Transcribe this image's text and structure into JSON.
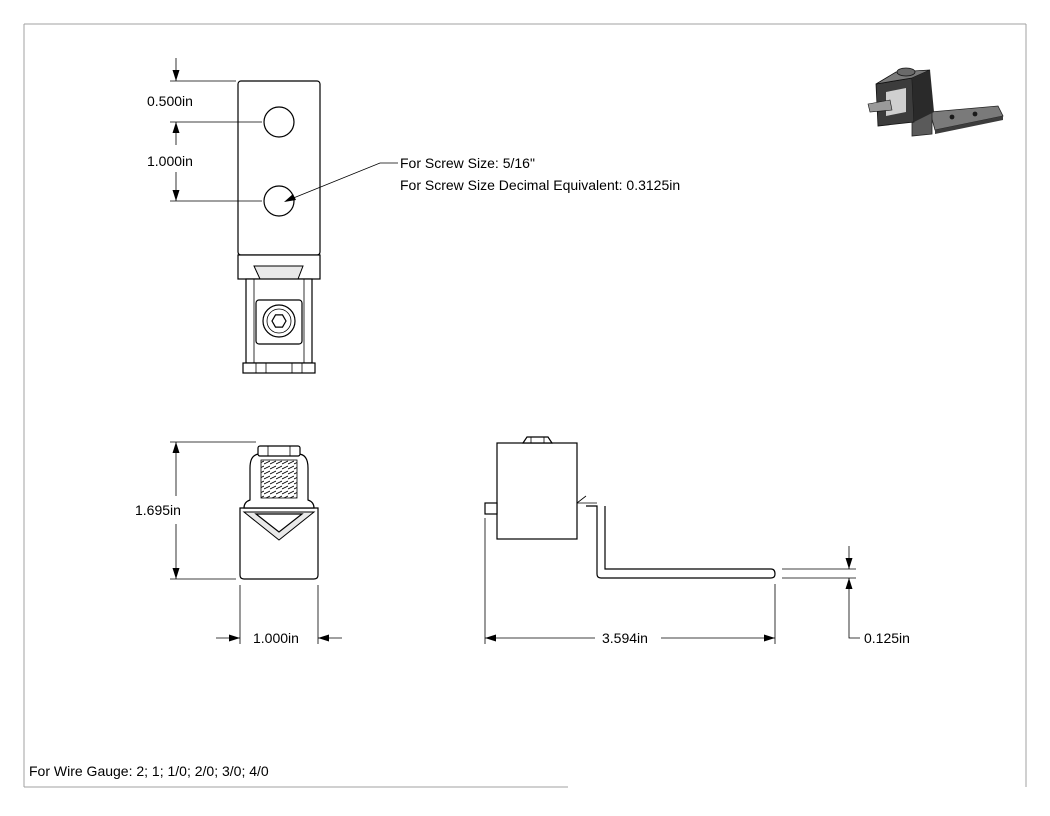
{
  "dimensions": {
    "hole_spacing_top": "0.500in",
    "hole_spacing": "1.000in",
    "height": "1.695in",
    "width": "1.000in",
    "length": "3.594in",
    "tongue_thickness": "0.125in"
  },
  "screw_note": {
    "line1": "For Screw Size: 5/16\"",
    "line2": "For Screw Size Decimal Equivalent: 0.3125in"
  },
  "wire_gauge_note": "For Wire Gauge: 2; 1; 1/0; 2/0; 3/0; 4/0",
  "colors": {
    "line": "#000000",
    "background": "#ffffff",
    "frame": "#a0a0a0",
    "iso_dark": "#3c3c3c",
    "iso_mid": "#7a7a7a",
    "iso_light": "#cfcfcf"
  }
}
